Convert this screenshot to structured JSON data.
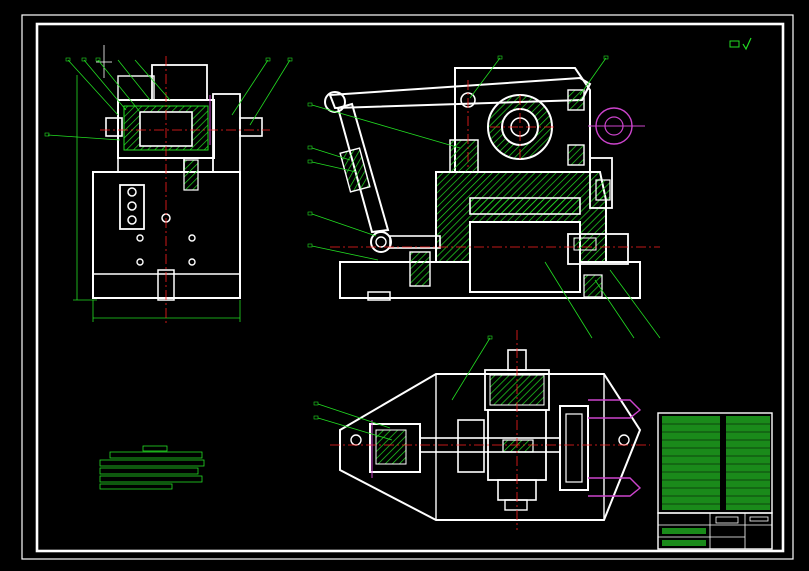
{
  "drawing": {
    "colors": {
      "background": "#000000",
      "outline": "#ffffff",
      "hatch": "#22dd22",
      "leader": "#22dd22",
      "centerline": "#ff2020",
      "phantom": "#cc44cc",
      "title_fill": "#1a8a1a"
    },
    "views": [
      "left-side-view",
      "front-view",
      "top-view",
      "parts-list",
      "title-block"
    ],
    "surface_finish_symbol": "▭ √"
  }
}
